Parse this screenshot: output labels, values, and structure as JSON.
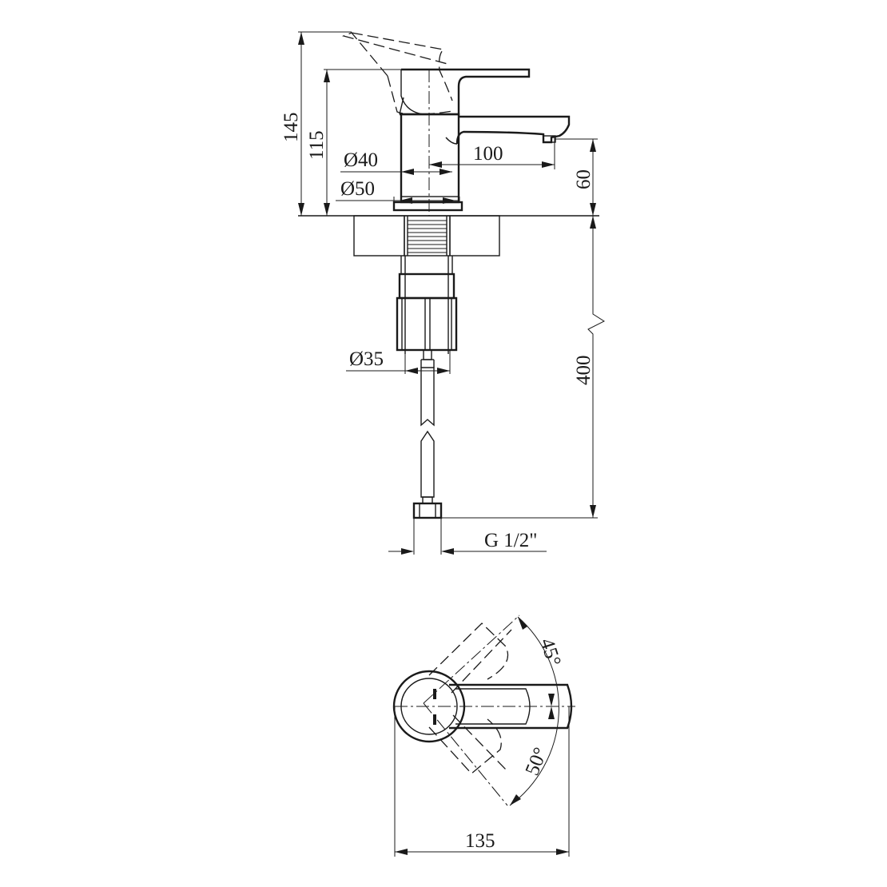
{
  "title": "Basin mixer technical drawing",
  "colors": {
    "line": "#1a1a1a",
    "background": "#ffffff"
  },
  "side_view": {
    "dimensions": {
      "overall_height": "145",
      "body_height": "115",
      "body_diameter": "Ø40",
      "base_diameter": "Ø50",
      "spout_reach": "100",
      "spout_height": "60",
      "hose_length": "400",
      "shank_diameter": "Ø35",
      "connection_thread": "G 1/2\""
    }
  },
  "top_view": {
    "dimensions": {
      "overall_length": "135",
      "lever_angle_up": "45°",
      "lever_angle_down": "50°"
    }
  }
}
